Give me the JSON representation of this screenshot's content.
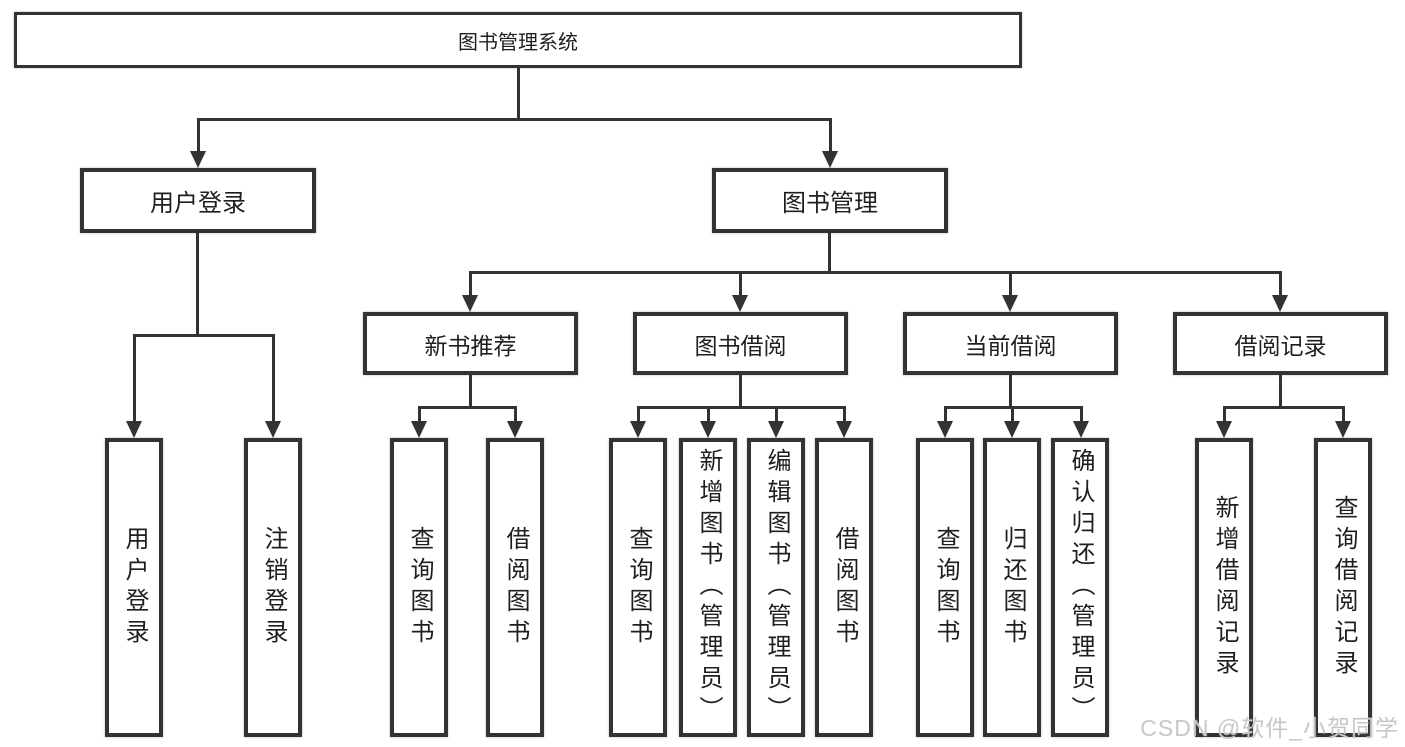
{
  "diagram": {
    "root": {
      "label": "图书管理系统"
    },
    "level2": [
      {
        "label": "用户登录"
      },
      {
        "label": "图书管理"
      }
    ],
    "level3": [
      {
        "label": "新书推荐"
      },
      {
        "label": "图书借阅"
      },
      {
        "label": "当前借阅"
      },
      {
        "label": "借阅记录"
      }
    ],
    "leaves": {
      "user_login": [
        "用户登录",
        "注销登录"
      ],
      "new_book": [
        "查询图书",
        "借阅图书"
      ],
      "book_borrow": [
        "查询图书",
        "新增图书（管理员）",
        "编辑图书（管理员）",
        "借阅图书"
      ],
      "current_borrow": [
        "查询图书",
        "归还图书",
        "确认归还（管理员）"
      ],
      "borrow_record": [
        "新增借阅记录",
        "查询借阅记录"
      ]
    },
    "line_color": "#333333"
  },
  "watermark": {
    "text": "CSDN @软件_小贺同学",
    "color": "#c7c7c7"
  }
}
